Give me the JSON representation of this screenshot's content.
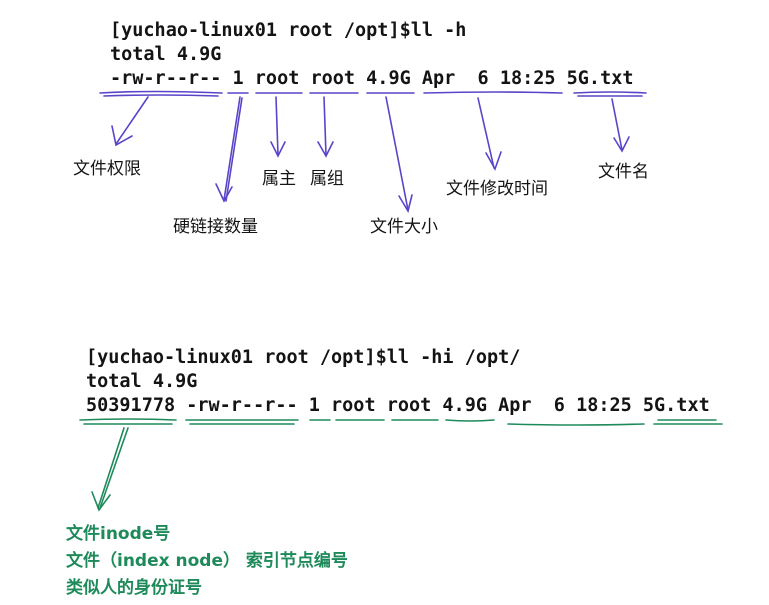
{
  "block1": {
    "line1": "[yuchao-linux01 root /opt]$ll -h",
    "line2": "total 4.9G",
    "line3": "-rw-r--r-- 1 root root 4.9G Apr  6 18:25 5G.txt",
    "annotations": {
      "perm": "文件权限",
      "links": "硬链接数量",
      "owner": "属主",
      "group": "属组",
      "size": "文件大小",
      "mtime": "文件修改时间",
      "name": "文件名"
    },
    "color": "#5b44c9"
  },
  "block2": {
    "line1": "[yuchao-linux01 root /opt]$ll -hi /opt/",
    "line2": "total 4.9G",
    "line3": "50391778 -rw-r--r-- 1 root root 4.9G Apr  6 18:25 5G.txt",
    "notes": [
      "文件inode号",
      "文件（index node） 索引节点编号",
      "类似人的身份证号"
    ],
    "color": "#1e8a5a"
  }
}
